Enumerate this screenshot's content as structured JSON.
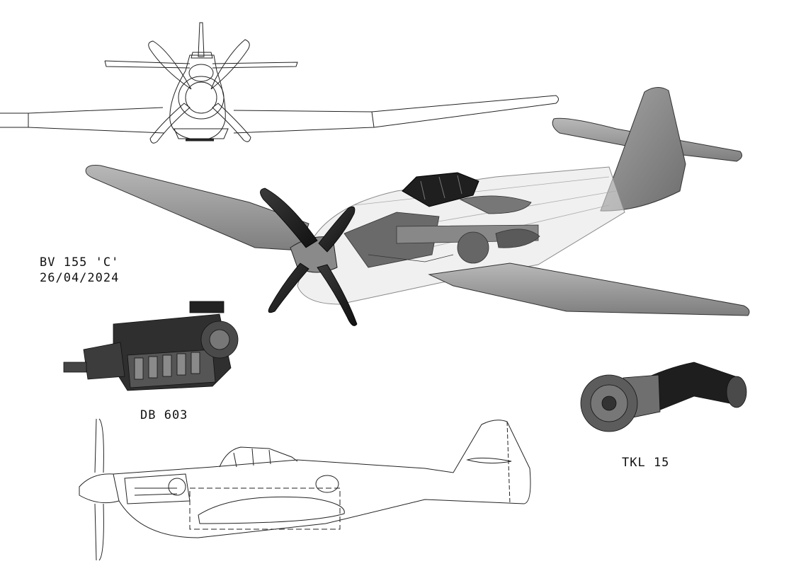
{
  "title_block": {
    "designation": "BV 155 'C'",
    "date": "26/04/2024"
  },
  "callouts": {
    "engine": "DB 603",
    "turbocharger": "TKL 15"
  },
  "colors": {
    "paper": "#ffffff",
    "line": "#222222",
    "skin": "#8f8f8f",
    "skin_light": "#bdbdbd",
    "dark_metal": "#2a2a2a",
    "ghost": "#d9d9d9"
  }
}
